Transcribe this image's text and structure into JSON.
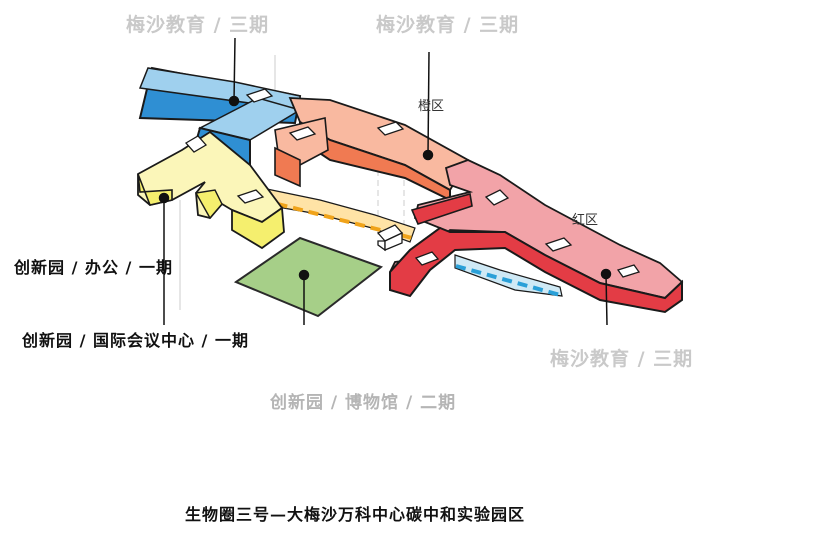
{
  "labels": {
    "top_left": "梅沙教育 / 三期",
    "top_center": "梅沙教育 / 三期",
    "right_mid": "梅沙教育 / 三期",
    "office": "创新园 / 办公 / 一期",
    "conference": "创新园 / 国际会议中心 / 一期",
    "museum": "创新园 / 博物馆 / 二期",
    "zone_chen": "橙区",
    "zone_hong": "红区"
  },
  "caption": "生物圈三号—大梅沙万科中心碳中和实验园区",
  "colors": {
    "blue": "#3f9fdc",
    "orange": "#f07a52",
    "yellow": "#f5ef8a",
    "red": "#e8454f",
    "green": "#a6cf88"
  }
}
